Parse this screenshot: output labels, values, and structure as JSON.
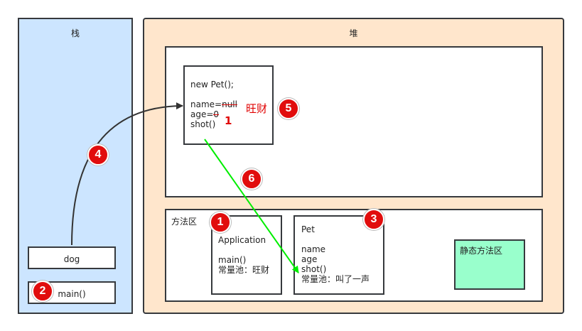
{
  "stack": {
    "title": "栈",
    "dog_label": "dog",
    "main_label": "main()"
  },
  "heap": {
    "title": "堆",
    "object": {
      "ctor": "new Pet();",
      "name_key": "name=",
      "name_old": "null",
      "name_new": "旺财",
      "age_key": "age=",
      "age_old": "0",
      "age_new": "1",
      "method": "shot()"
    }
  },
  "method_area": {
    "title": "方法区",
    "application": {
      "name": "Application",
      "line1": "main()",
      "line2": "常量池：旺财"
    },
    "pet": {
      "name": "Pet",
      "line1": "name",
      "line2": "age",
      "line3": "shot()",
      "line4": "常量池：叫了一声"
    },
    "static_area": "静态方法区"
  },
  "badges": [
    "1",
    "2",
    "3",
    "4",
    "5",
    "6"
  ],
  "colors": {
    "stack": "#cce5ff",
    "heap": "#ffe6cc",
    "static": "#99ffcc",
    "badge": "#e10d0d",
    "green_arrow": "#00ee00"
  }
}
